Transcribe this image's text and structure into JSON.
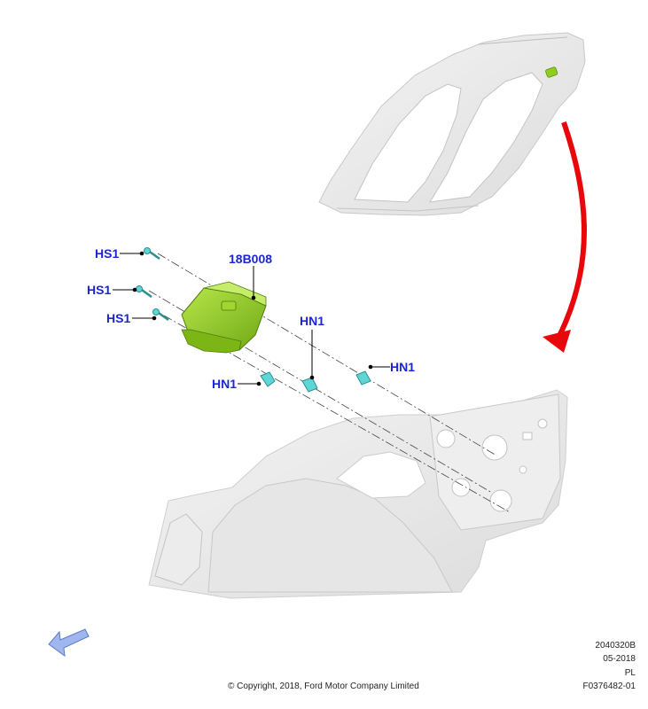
{
  "callouts": {
    "hs1_top": "HS1",
    "hs1_middle": "HS1",
    "hs1_bottom": "HS1",
    "module": "18B008",
    "hn1_upper": "HN1",
    "hn1_right": "HN1",
    "hn1_left": "HN1"
  },
  "footer": {
    "copyright": "© Copyright, 2018, Ford Motor Company Limited",
    "ref_code": "2040320B",
    "ref_date": "05-2018",
    "ref_lang": "PL",
    "ref_figure": "F0376482-01"
  },
  "colors": {
    "callout_text": "#1a25d9",
    "module_green": "#8fce1f",
    "clip_cyan": "#5fd6d6",
    "arrow_red": "#e8080b",
    "nav_arrow_blue": "#9fb6ee"
  },
  "icons": {
    "nav_arrow": "down-left-arrow-icon"
  }
}
